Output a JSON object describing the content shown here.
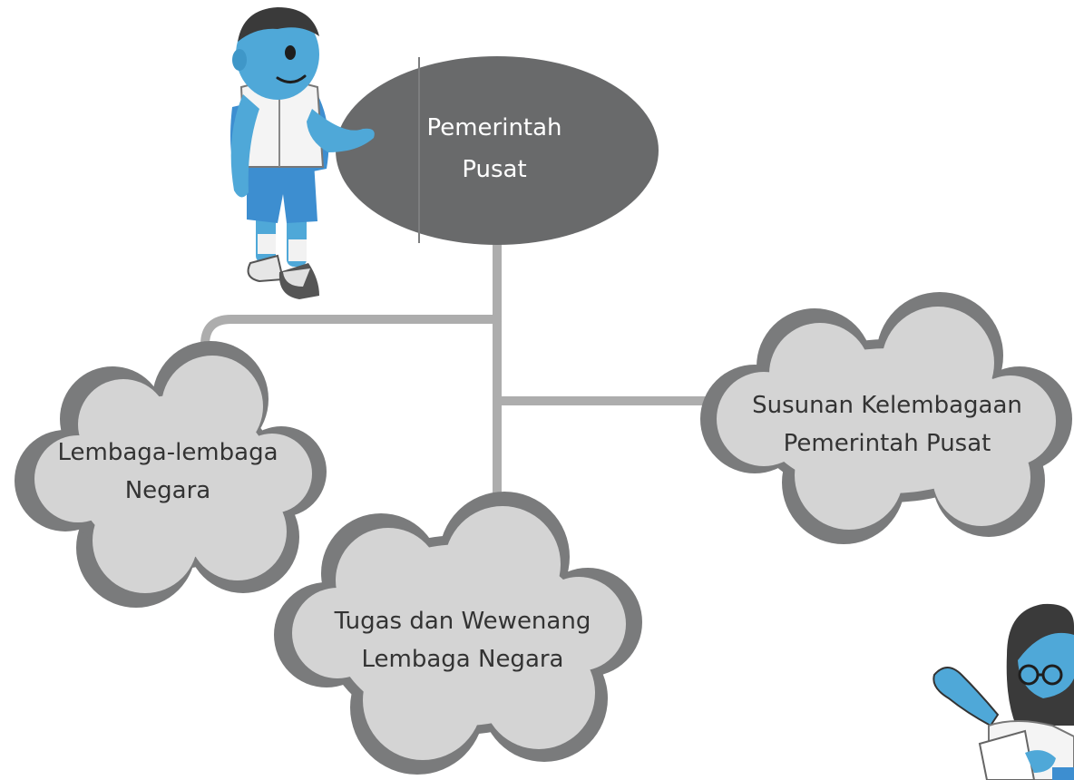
{
  "colors": {
    "central_fill": "#696a6b",
    "cloud_fill": "#d4d4d4",
    "cloud_shadow": "#7a7b7c",
    "connector": "#adadad",
    "character_skin": "#4fa8d8",
    "shorts": "#3d8ed0"
  },
  "central": {
    "line1": "Pemerintah",
    "line2": "Pusat"
  },
  "branches": {
    "lembaga": {
      "line1": "Lembaga-lembaga",
      "line2": "Negara"
    },
    "susunan": {
      "line1": "Susunan Kelembagaan",
      "line2": "Pemerintah Pusat"
    },
    "tugas": {
      "line1": "Tugas dan Wewenang",
      "line2": "Lembaga Negara"
    }
  },
  "icons": [
    "boy-student-illustration",
    "girl-student-illustration"
  ]
}
